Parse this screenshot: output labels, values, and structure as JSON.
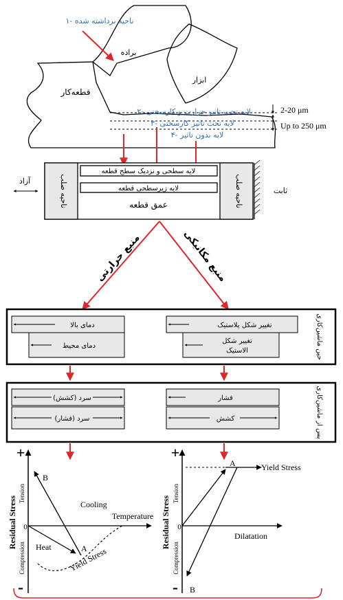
{
  "top": {
    "removed_zone": "۱- ناحیه برداشته شده",
    "chip": "براده",
    "tool": "ابزار",
    "workpiece": "قطعه‌کار",
    "layer2": "۲- لایه تحت تاثیر حرارت و کارسختی",
    "layer3": "۳- لایه تحت تاثیر کارسختی",
    "layer4": "۴- لایه بدون تاثیر",
    "dim1": "2-20 μm",
    "dim2": "Up to 250 μm"
  },
  "block": {
    "surface_layer": "لایه سطحی و نزدیک سطح قطعه",
    "subsurface_layer": "لایه زیرسطحی قطعه",
    "depth": "عمق قطعه",
    "rigid_left": "ناحیه صلب",
    "rigid_right": "ناحیه صلب",
    "free": "آزاد",
    "fixed": "ثابت"
  },
  "sources": {
    "thermal": "منبع حرارتی",
    "mechanical": "منبع مکانیکی"
  },
  "during": {
    "label": "حین ماشین‌کاری",
    "thermal_top": "دمای بالا",
    "thermal_bottom": "دمای محیط",
    "mech_top": "تغییر شکل پلاستیک",
    "mech_bottom_1": "تغییر شکل",
    "mech_bottom_2": "الاستیک"
  },
  "after": {
    "label": "پس از ماشین‌کاری",
    "thermal_top": "سرد (کشش)",
    "thermal_bottom": "سرد (فشار)",
    "mech_top": "فشار",
    "mech_bottom": "کشش"
  },
  "plot_left": {
    "ylabel": "Residual Stress",
    "tension": "Tension",
    "compression": "Compression",
    "zero": "0",
    "plus": "+",
    "minus": "-",
    "xlabel": "Temperature",
    "B": "B",
    "A": "A",
    "cooling": "Cooling",
    "heat": "Heat",
    "yield": "Yield Stress"
  },
  "plot_right": {
    "ylabel": "Residual Stress",
    "tension": "Tension",
    "compression": "Compression",
    "zero": "0",
    "plus": "+",
    "minus": "-",
    "xlabel": "Dilatation",
    "A": "A",
    "B": "B",
    "yield": "Yield Stress"
  },
  "colors": {
    "red": "#e0262a",
    "blue": "#2f6fb3",
    "gray": "#e8e8e8"
  }
}
